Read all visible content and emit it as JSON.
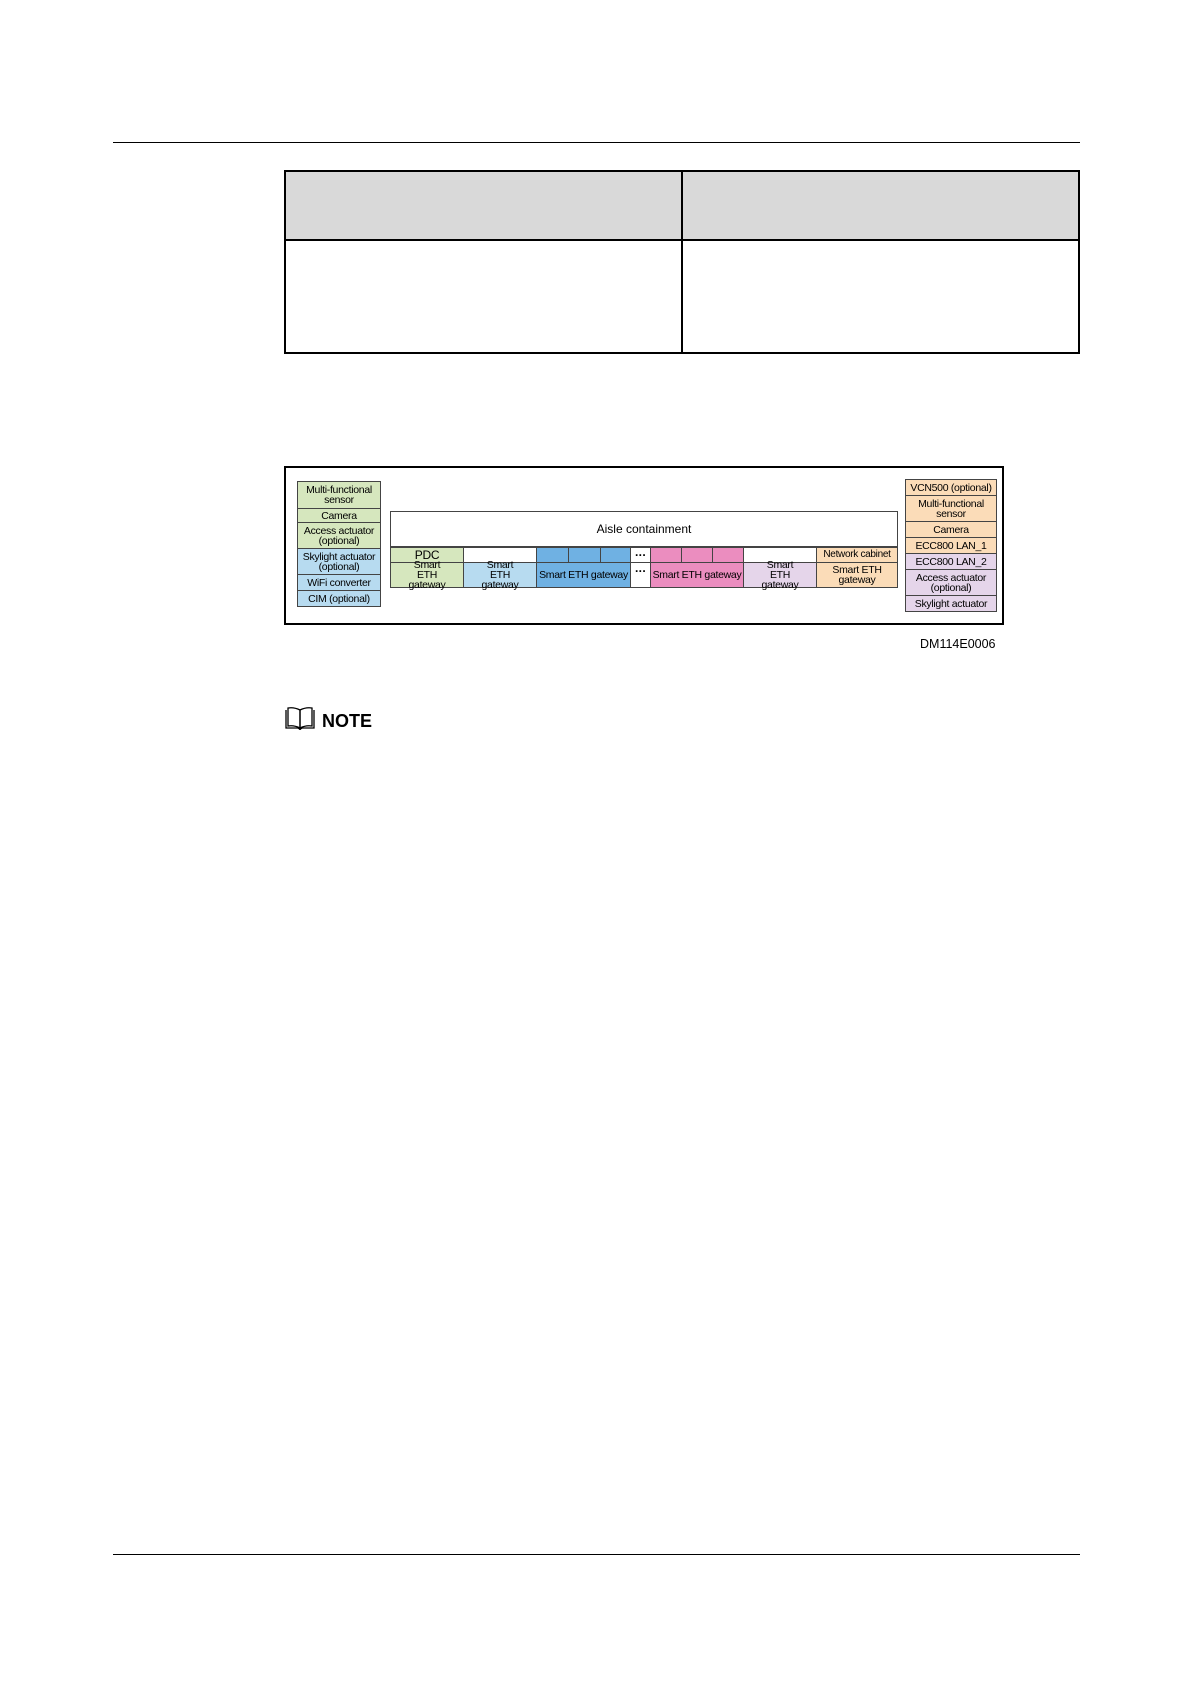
{
  "diagram": {
    "code": "DM114E0006",
    "aisle_label": "Aisle containment",
    "left_items": [
      "Multi-functional sensor",
      "Camera",
      "Access actuator (optional)",
      "Skylight actuator (optional)",
      "WiFi converter",
      "CIM (optional)"
    ],
    "right_items": [
      "VCN500 (optional)",
      "Multi-functional sensor",
      "Camera",
      "ECC800 LAN_1",
      "ECC800 LAN_2",
      "Access actuator (optional)",
      "Skylight actuator"
    ],
    "pdc_label": "PDC",
    "network_cabinet_label": "Network cabinet",
    "gateway_label": "Smart ETH gateway",
    "ellipsis": "···"
  },
  "note": {
    "label": "NOTE",
    "icon": "book-icon"
  },
  "colors": {
    "green": "#d6e7be",
    "light_blue": "#b7dbf0",
    "blue": "#6fb1e3",
    "pink": "#eb8dbf",
    "lavender": "#e5d5ea",
    "peach": "#fbdcb8"
  }
}
